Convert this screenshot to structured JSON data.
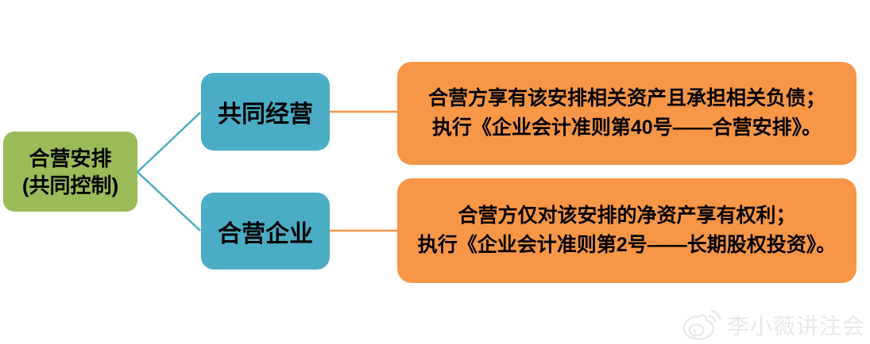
{
  "diagram": {
    "root": {
      "line1": "合营安排",
      "line2": "(共同控制)"
    },
    "branches": [
      {
        "label": "共同经营",
        "detail_line1": "合营方享有该安排相关资产且承担相关负债；",
        "detail_line2": "执行《企业会计准则第40号——合营安排》。"
      },
      {
        "label": "合营企业",
        "detail_line1": "合营方仅对该安排的净资产享有权利；",
        "detail_line2": "执行《企业会计准则第2号——长期股权投资》。"
      }
    ]
  },
  "watermark": {
    "icon": "weibo-icon",
    "text": "李小薇讲注会"
  },
  "colors": {
    "root_bg": "#9BBB59",
    "node_bg": "#4BACC6",
    "detail_bg": "#F79646",
    "connector_teal": "#4BACC6",
    "connector_orange": "#F79646",
    "text": "#000000",
    "watermark": "#E8E8E8",
    "background": "#FFFFFF"
  }
}
